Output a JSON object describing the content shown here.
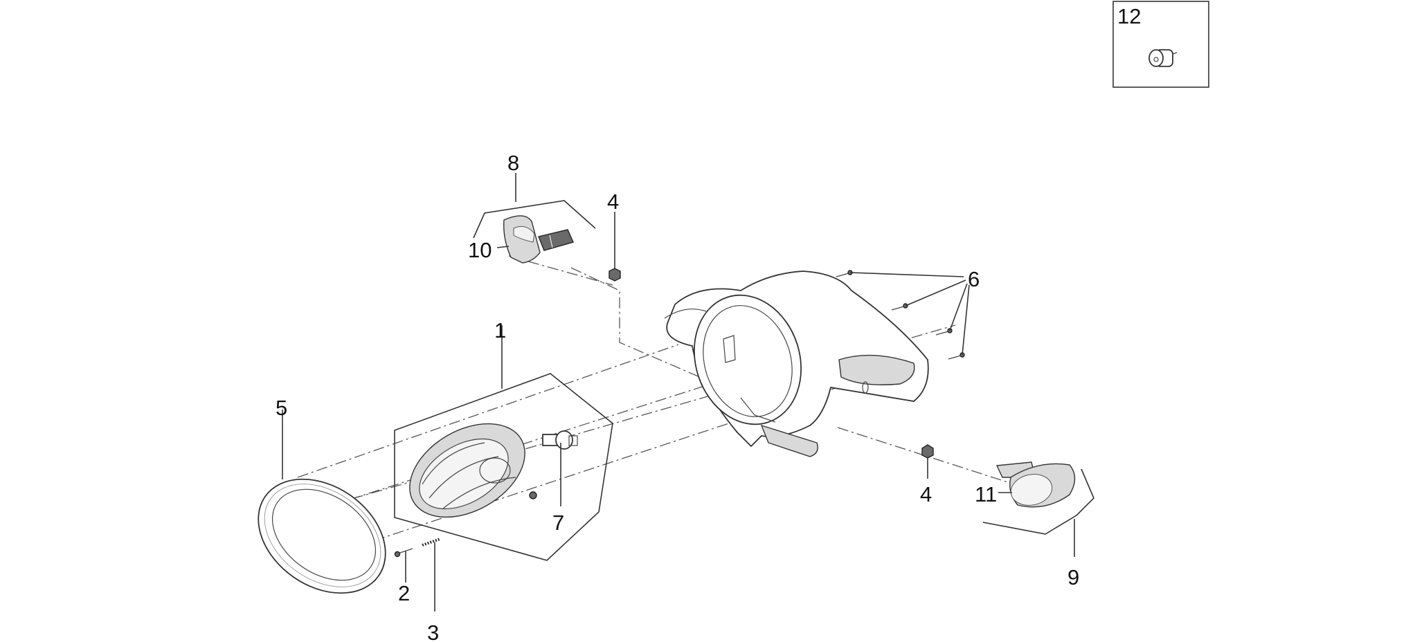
{
  "diagram": {
    "callouts": {
      "c1": "1",
      "c2": "2",
      "c3": "3",
      "c4a": "4",
      "c4b": "4",
      "c5": "5",
      "c6": "6",
      "c7": "7",
      "c8": "8",
      "c9": "9",
      "c10": "10",
      "c11": "11",
      "c12": "12"
    }
  }
}
